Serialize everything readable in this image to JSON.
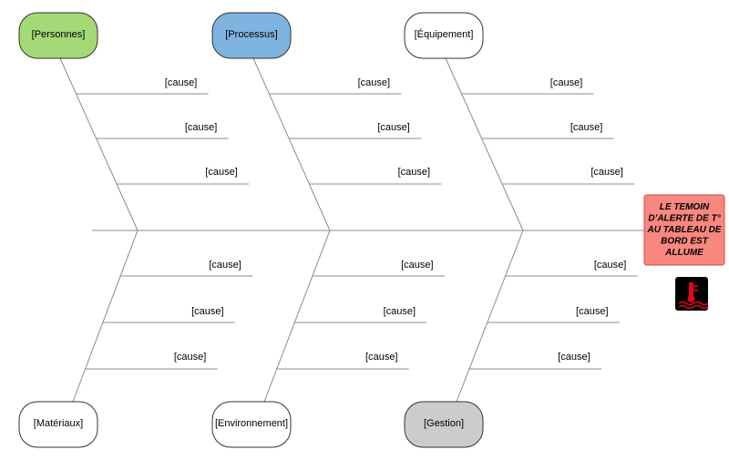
{
  "diagram": {
    "type": "fishbone",
    "problem": {
      "lines": [
        "LE TEMOIN",
        "D’ALERTE DE T°",
        "AU TABLEAU DE",
        "BORD EST",
        "ALLUME"
      ],
      "fill": "#f8877f",
      "border": "#d24a43"
    },
    "warning_icon": {
      "name": "coolant-temperature-warning-icon",
      "background": "#000000",
      "color": "#e1061b"
    },
    "categories": [
      {
        "label": "[Personnes]",
        "fill": "#a3d977",
        "causes": [
          "[cause]",
          "[cause]",
          "[cause]"
        ]
      },
      {
        "label": "[Processus]",
        "fill": "#7fb3e0",
        "causes": [
          "[cause]",
          "[cause]",
          "[cause]"
        ]
      },
      {
        "label": "[Équipement]",
        "fill": "#ffffff",
        "causes": [
          "[cause]",
          "[cause]",
          "[cause]"
        ]
      },
      {
        "label": "[Matériaux]",
        "fill": "#ffffff",
        "causes": [
          "[cause]",
          "[cause]",
          "[cause]"
        ]
      },
      {
        "label": "[Environnement]",
        "fill": "#ffffff",
        "causes": [
          "[cause]",
          "[cause]",
          "[cause]"
        ]
      },
      {
        "label": "[Gestion]",
        "fill": "#cccccc",
        "causes": [
          "[cause]",
          "[cause]",
          "[cause]"
        ]
      }
    ],
    "line_color": "#8c8c8c"
  }
}
